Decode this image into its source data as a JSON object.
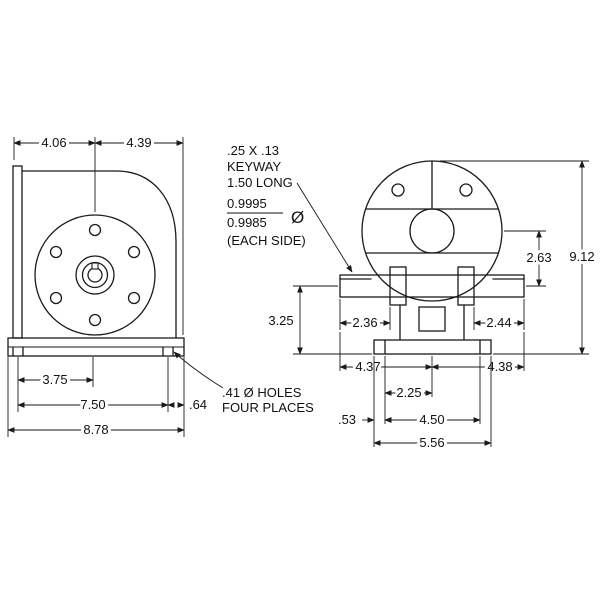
{
  "drawing": {
    "left_view": {
      "dim_top_left": "4.06",
      "dim_top_right": "4.39",
      "dim_slot_to_center": "3.75",
      "dim_slot_spacing": "7.50",
      "dim_overall_base": "8.78",
      "dim_edge_offset": ".64",
      "callout_holes_line1": ".41 Ø HOLES",
      "callout_holes_line2": "FOUR PLACES"
    },
    "notes": {
      "keyway_line1": ".25 X .13",
      "keyway_line2": "KEYWAY",
      "keyway_line3": "1.50 LONG",
      "shaft_dia_upper": "0.9995",
      "shaft_dia_lower": "0.9985",
      "diameter_symbol": "Ø",
      "each_side": "(EACH SIDE)"
    },
    "right_view": {
      "dim_center_distance": "2.63",
      "dim_overall_height": "9.12",
      "dim_shaft_height": "3.25",
      "dim_shaft_ext_left": "2.36",
      "dim_shaft_ext_right": "2.44",
      "dim_center_to_left_shaft_end": "4.37",
      "dim_center_to_right_shaft_end": "4.38",
      "dim_center_to_hole": "2.25",
      "dim_edge_to_hole": ".53",
      "dim_hole_spacing": "4.50",
      "dim_base_width": "5.56"
    },
    "colors": {
      "line": "#1a1a1a",
      "background": "#ffffff"
    }
  }
}
